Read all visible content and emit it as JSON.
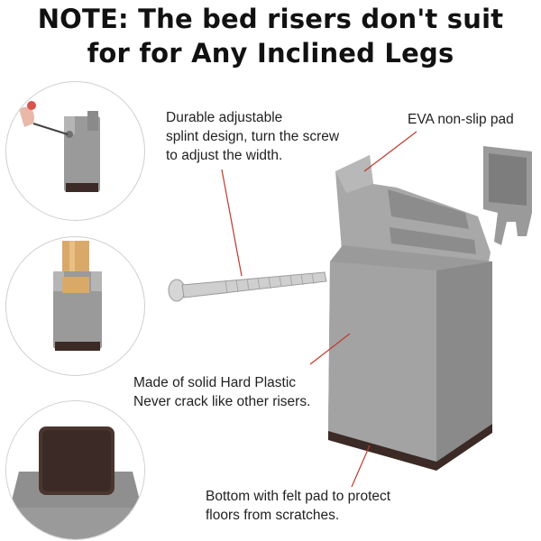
{
  "headline": {
    "line1": "NOTE: The bed risers don't suit",
    "line2": "for for Any Inclined Legs"
  },
  "callouts": {
    "splint": [
      "Durable adjustable",
      "splint design, turn the screw",
      "to adjust the width."
    ],
    "eva": [
      "EVA non-slip pad"
    ],
    "plastic": [
      "Made of solid Hard Plastic",
      "Never crack like other risers."
    ],
    "felt": [
      "Bottom with felt pad to protect",
      "floors from scratches."
    ]
  },
  "colors": {
    "plastic": "#9a9a9a",
    "plastic_dark": "#7a7a7a",
    "plastic_light": "#b5b5b5",
    "felt": "#3b2a25",
    "leader": "#c0392b",
    "wood": "#d9a96a"
  },
  "icons": [
    "riser-with-screwdriver",
    "riser-with-wooden-leg",
    "felt-pad-bottom",
    "screw",
    "eva-pad",
    "riser-main"
  ]
}
